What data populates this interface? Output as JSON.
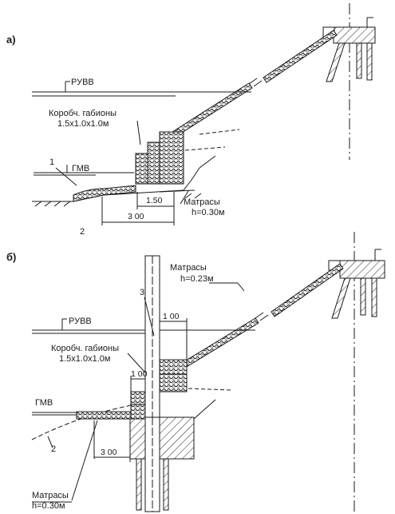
{
  "panel_a": {
    "panel_label": "а)",
    "water_high_label": "РУВВ",
    "water_low_label": "ГМВ",
    "gabion_label_line1": "Коробч. габионы",
    "gabion_label_line2": "1.5x1.0x1.0м",
    "mattress_label_line1": "Матрасы",
    "mattress_label_line2": "h=0.30м",
    "dim_inner": "1.50",
    "dim_outer": "3 00",
    "callout_1": "1",
    "callout_2": "2"
  },
  "panel_b": {
    "panel_label": "б)",
    "top_mattress_label_line1": "Матрасы",
    "top_mattress_label_line2": "h=0.23м",
    "water_high_label": "РУВВ",
    "water_low_label": "ГМВ",
    "callout_3": "3",
    "dim_top": "1 00",
    "dim_mid": "1 00",
    "gabion_label_line1": "Коробч. габионы",
    "gabion_label_line2": "1.5x1.0x1.0м",
    "dim_outer": "3 00",
    "callout_2": "2",
    "mattress_label_line1": "Матрасы",
    "mattress_label_line2": "h=0.30м"
  },
  "colors": {
    "ink": "#1a1a1a",
    "paper": "#ffffff"
  }
}
